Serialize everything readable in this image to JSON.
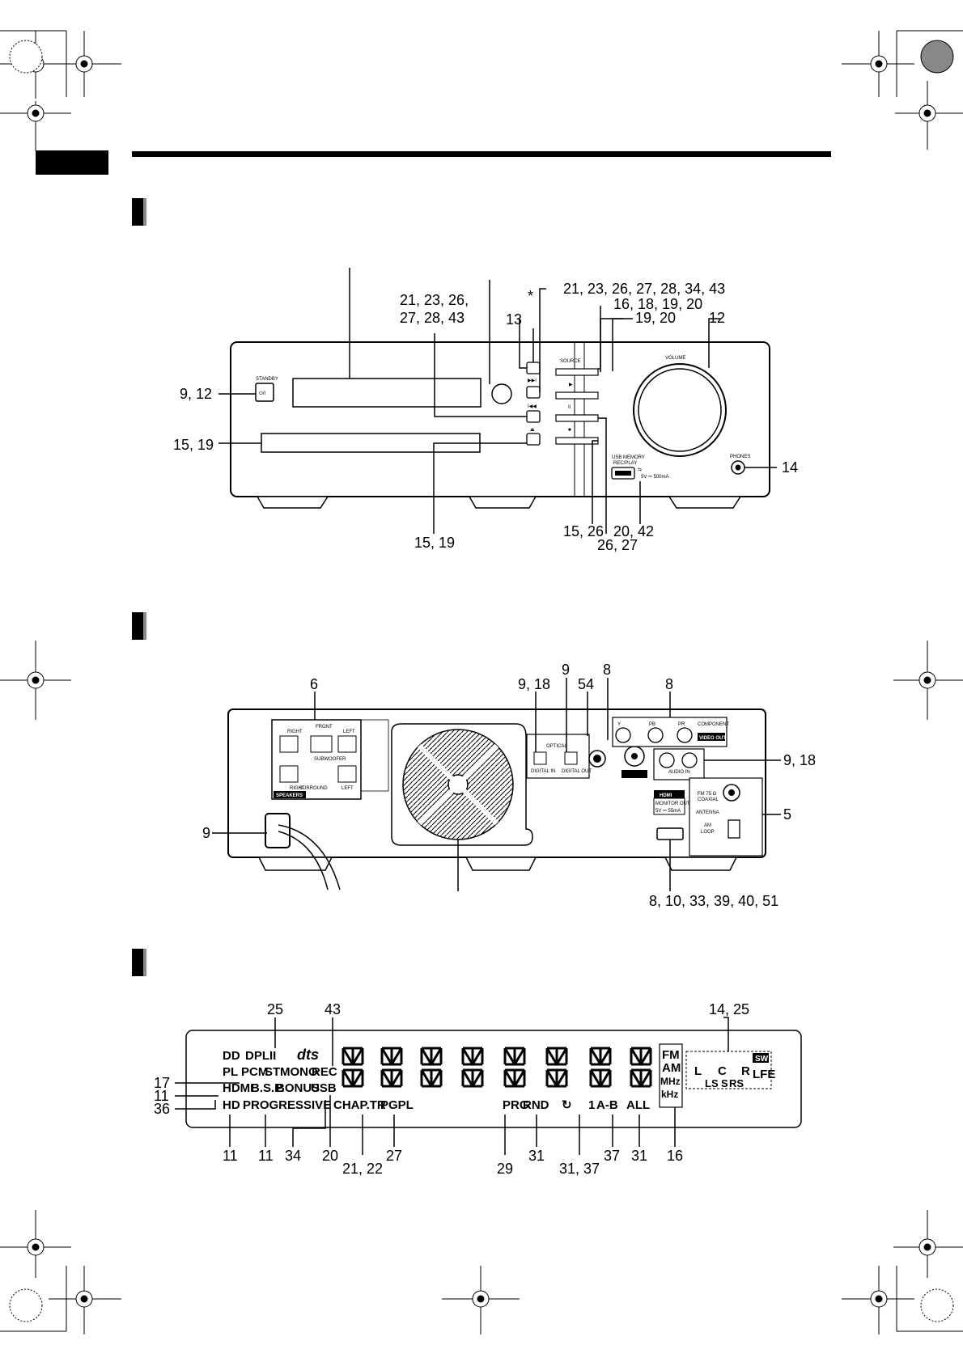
{
  "front_panel": {
    "labels": {
      "standby": "STANDBY",
      "standby_symbol": "⏻/I",
      "source": "SOURCE",
      "volume": "VOLUME",
      "usb_memory": "USB MEMORY",
      "rec_play": "REC/PLAY",
      "usb_spec": "5V ⎓ 500mA",
      "phones": "PHONES"
    },
    "callouts": {
      "standby": "9, 12",
      "disc_tray": "15, 19",
      "open_close": "15, 19",
      "prev_button": "21, 23, 26,",
      "prev_button_2": "27, 28, 43",
      "star": "*",
      "source_btn_num": "13",
      "next_button": "21, 23, 26, 27, 28, 34, 43",
      "source": "16, 18, 19, 20",
      "play": "19, 20",
      "volume": "12",
      "phones": "14",
      "stop": "15, 26",
      "usb": "20, 42",
      "pause": "26, 27"
    }
  },
  "rear_panel": {
    "labels": {
      "front": "FRONT",
      "subwoofer": "SUBWOOFER",
      "surround": "SURROUND",
      "speakers": "SPEAKERS",
      "right": "RIGHT",
      "left": "LEFT",
      "optical": "OPTICAL",
      "digital_in": "DIGITAL IN",
      "digital_out": "DIGITAL OUT",
      "component": "COMPONENT",
      "video_out": "VIDEO OUT",
      "y": "Y",
      "pb": "PB",
      "pr": "PR",
      "audio_in": "AUDIO IN",
      "hdmi": "HDMI",
      "monitor_out": "MONITOR OUT",
      "hdmi_spec": "5V ⎓ 55mA",
      "fm": "FM 75 Ω",
      "coaxial": "COAXIAL",
      "antenna": "ANTENNA",
      "am_loop": "AM",
      "loop": "LOOP"
    },
    "callouts": {
      "speakers": "6",
      "power_cord": "9",
      "optical_in": "9, 18",
      "optical_out": "9",
      "lan": "54",
      "video": "8",
      "component": "8",
      "audio_in": "9, 18",
      "antenna": "5",
      "hdmi": "8, 10, 33, 39, 40, 51"
    }
  },
  "display": {
    "indicators": {
      "dolby_d": "DD",
      "pl2": "DPLII",
      "dts": "dts",
      "pl": "PL",
      "pcm": "PCM",
      "st": "ST",
      "mono": "MONO",
      "rec": "REC",
      "hdmi": "HDMI",
      "bsp": "B.S.P.",
      "bonus": "BONUS",
      "usb": "USB",
      "hd": "HD",
      "progressive": "PROGRESSIVE",
      "chap_tr": "CHAP.TR",
      "pgpl": "PGPL",
      "prg": "PRG",
      "rnd": "RND",
      "repeat_one": "1",
      "a_b": "A-B",
      "all": "ALL",
      "fm": "FM",
      "am": "AM",
      "mhz": "MHz",
      "khz": "kHz",
      "sw": "SW",
      "l": "L",
      "c": "C",
      "r": "R",
      "lfe": "LFE",
      "ls": "LS",
      "s": "S",
      "rs": "RS"
    },
    "callouts": {
      "dolby": "25",
      "rec": "43",
      "speaker": "14, 25",
      "pcm": "17",
      "hdmi": "11",
      "bsp": "36",
      "hd": "11",
      "progressive": "11",
      "bonus": "34",
      "usb": "20",
      "chap": "21, 22",
      "pgpl": "27",
      "prg": "29",
      "rnd": "31",
      "repeat": "31, 37",
      "ab": "37",
      "all": "31",
      "band": "16"
    }
  }
}
